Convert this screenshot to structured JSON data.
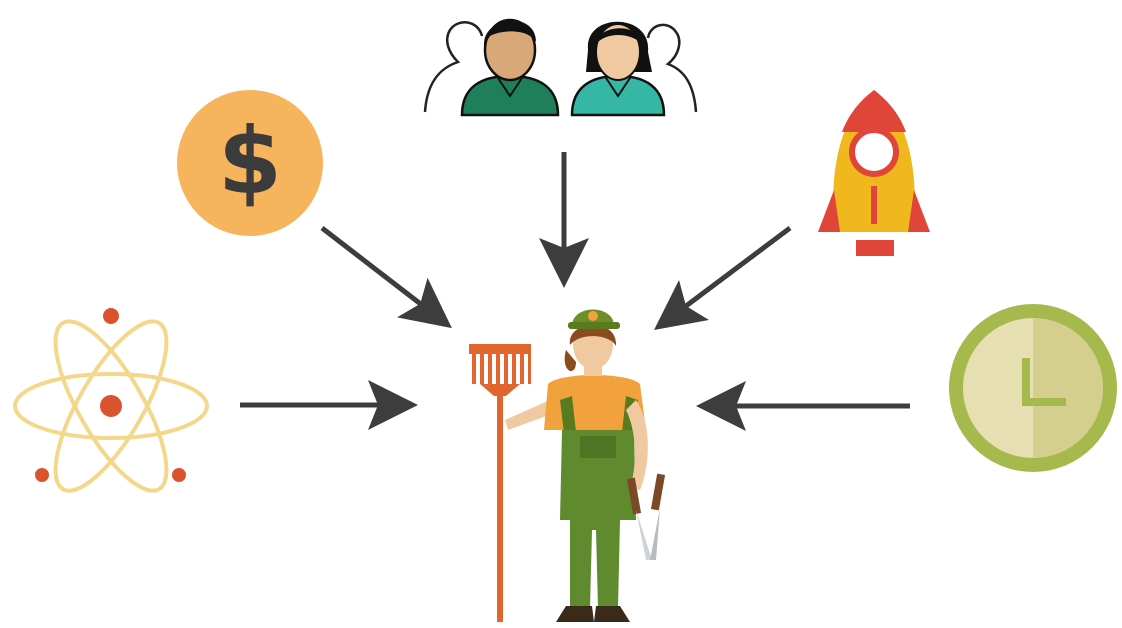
{
  "diagram": {
    "center": {
      "icon": "farmer-icon"
    },
    "nodes": [
      {
        "id": "money",
        "icon": "dollar-coin-icon",
        "symbol": "$",
        "color": "#f6b45c"
      },
      {
        "id": "people",
        "icon": "people-icon",
        "color": "#1e7f5a"
      },
      {
        "id": "innovation",
        "icon": "rocket-icon",
        "color": "#f1b81e"
      },
      {
        "id": "science",
        "icon": "atom-icon",
        "color": "#f3d78a"
      },
      {
        "id": "time",
        "icon": "clock-icon",
        "color": "#a6b94d"
      }
    ],
    "arrow_color": "#3d3d3d"
  }
}
